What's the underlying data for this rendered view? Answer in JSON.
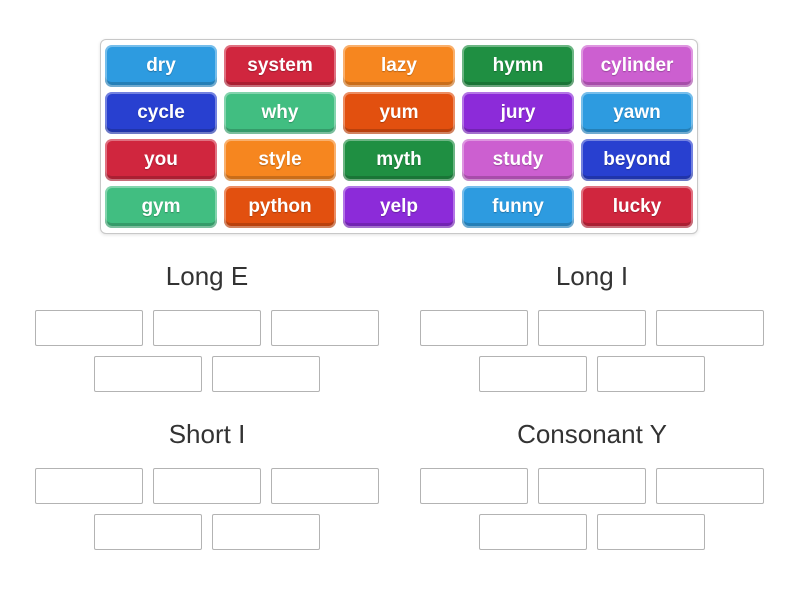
{
  "activity": {
    "type": "group-sort",
    "background_color": "#ffffff"
  },
  "word_bank": {
    "rows": 4,
    "cols": 5,
    "tile_text_color": "#ffffff",
    "tiles": [
      {
        "label": "dry",
        "color": "#2d9be0"
      },
      {
        "label": "system",
        "color": "#d0263e"
      },
      {
        "label": "lazy",
        "color": "#f6861f"
      },
      {
        "label": "hymn",
        "color": "#1f8f42"
      },
      {
        "label": "cylinder",
        "color": "#cc5fd0"
      },
      {
        "label": "cycle",
        "color": "#2840d0"
      },
      {
        "label": "why",
        "color": "#41be81"
      },
      {
        "label": "yum",
        "color": "#e2500f"
      },
      {
        "label": "jury",
        "color": "#8c2bd9"
      },
      {
        "label": "yawn",
        "color": "#2d9be0"
      },
      {
        "label": "you",
        "color": "#d0263e"
      },
      {
        "label": "style",
        "color": "#f6861f"
      },
      {
        "label": "myth",
        "color": "#1f8f42"
      },
      {
        "label": "study",
        "color": "#cc5fd0"
      },
      {
        "label": "beyond",
        "color": "#2840d0"
      },
      {
        "label": "gym",
        "color": "#41be81"
      },
      {
        "label": "python",
        "color": "#e2500f"
      },
      {
        "label": "yelp",
        "color": "#8c2bd9"
      },
      {
        "label": "funny",
        "color": "#2d9be0"
      },
      {
        "label": "lucky",
        "color": "#d0263e"
      }
    ]
  },
  "groups": [
    {
      "id": "long-e",
      "title": "Long E",
      "slot_count": 5
    },
    {
      "id": "long-i",
      "title": "Long I",
      "slot_count": 5
    },
    {
      "id": "short-i",
      "title": "Short I",
      "slot_count": 5
    },
    {
      "id": "consonant-y",
      "title": "Consonant Y",
      "slot_count": 5
    }
  ]
}
